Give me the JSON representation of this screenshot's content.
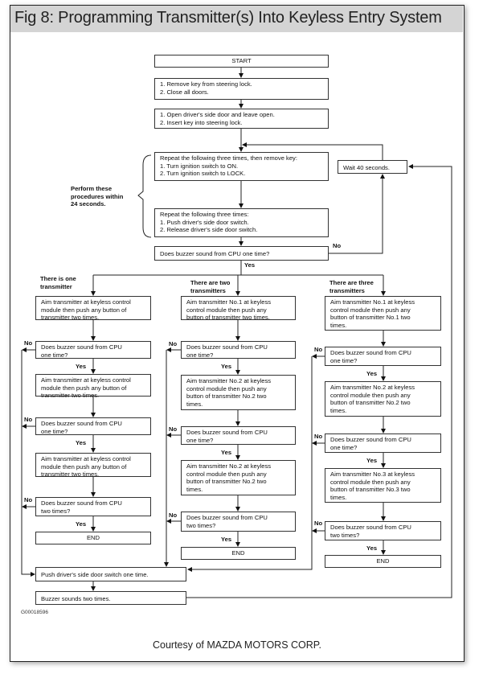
{
  "title": "Fig 8: Programming Transmitter(s) Into Keyless Entry System",
  "flow": {
    "start": "START",
    "step1": "1.  Remove key from steering lock.\n2.  Close all doors.",
    "step2": "1.  Open driver's side door and leave open.\n2.  Insert key into steering lock.",
    "step3": "Repeat the following three times, then remove key:\n1.  Turn ignition switch to ON.\n2.  Turn ignition switch to LOCK.",
    "step4": "Repeat the following three times:\n1.  Push driver's side door switch.\n2.  Release driver's side door switch.",
    "check1": "Does buzzer sound from CPU one time?",
    "wait": "Wait 40 seconds.",
    "perform_note": "Perform these\nprocedures within\n24 seconds.",
    "yes": "Yes",
    "no": "No",
    "push": "Push driver's side door switch one time.",
    "buzzer": "Buzzer sounds two times."
  },
  "branches": [
    {
      "label": "There is one\ntransmitter",
      "steps": [
        "Aim transmitter at keyless control\nmodule then push any button of\ntransmitter two times.",
        "Does buzzer sound from CPU\none time?",
        "Aim transmitter at keyless control\nmodule then push any button of\ntransmitter two times.",
        "Does buzzer sound from CPU\none time?",
        "Aim transmitter at keyless control\nmodule then push any button of\ntransmitter two times.",
        "Does buzzer sound from CPU\ntwo times?",
        "END"
      ]
    },
    {
      "label": "There are two\ntransmitters",
      "steps": [
        "Aim transmitter No.1 at keyless\ncontrol module then push any\nbutton of transmitter two times.",
        "Does buzzer sound from CPU\none time?",
        "Aim transmitter No.2 at keyless\ncontrol module then push any\nbutton of transmitter No.2 two\ntimes.",
        "Does buzzer sound from CPU\none time?",
        "Aim transmitter No.2 at keyless\ncontrol module then push any\nbutton of transmitter No.2 two\ntimes.",
        "Does buzzer sound from CPU\ntwo times?",
        "END"
      ]
    },
    {
      "label": "There are three\ntransmitters",
      "steps": [
        "Aim transmitter No.1 at keyless\ncontrol module then push any\nbutton of transmitter No.1 two\ntimes.",
        "Does buzzer sound from CPU\none time?",
        "Aim transmitter No.2 at keyless\ncontrol module then push any\nbutton of transmitter No.2 two\ntimes.",
        "Does buzzer sound from CPU\none time?",
        "Aim transmitter No.3 at keyless\ncontrol module then push any\nbutton of transmitter No.3 two\ntimes.",
        "Does buzzer sound from CPU\ntwo times?",
        "END"
      ]
    }
  ],
  "figure_id": "G00018596",
  "credit": "Courtesy of MAZDA MOTORS CORP."
}
